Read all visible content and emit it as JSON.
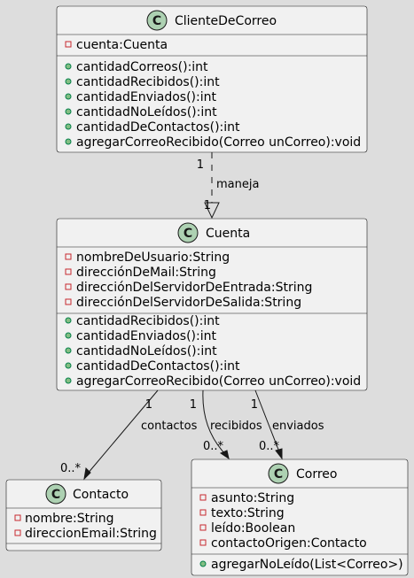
{
  "classes": {
    "cliente": {
      "name": "ClienteDeCorreo",
      "attributes": [
        "cuenta:Cuenta"
      ],
      "methods": [
        "cantidadCorreos():int",
        "cantidadRecibidos():int",
        "cantidadEnviados():int",
        "cantidadNoLeídos():int",
        "cantidadDeContactos():int",
        "agregarCorreoRecibido(Correo unCorreo):void"
      ]
    },
    "cuenta": {
      "name": "Cuenta",
      "attributes": [
        "nombreDeUsuario:String",
        "direcciónDeMail:String",
        "direcciónDelServidorDeEntrada:String",
        "direcciónDelServidorDeSalida:String"
      ],
      "methods": [
        "cantidadRecibidos():int",
        "cantidadEnviados():int",
        "cantidadNoLeídos():int",
        "cantidadDeContactos():int",
        "agregarCorreoRecibido(Correo unCorreo):void"
      ]
    },
    "contacto": {
      "name": "Contacto",
      "attributes": [
        "nombre:String",
        "direccionEmail:String"
      ],
      "methods": []
    },
    "correo": {
      "name": "Correo",
      "attributes": [
        "asunto:String",
        "texto:String",
        "leído:Boolean",
        "contactoOrigen:Contacto"
      ],
      "methods": [
        "agregarNoLeído(List<Correo>)"
      ]
    }
  },
  "stereotype_letter": "C",
  "relations": {
    "maneja": {
      "label": "maneja",
      "source_mult": "1",
      "target_mult": "1"
    },
    "contactos": {
      "label": "contactos",
      "source_mult": "1",
      "target_mult": "0..*"
    },
    "recibidos": {
      "label": "recibidos",
      "source_mult": "1",
      "target_mult": "0..*"
    },
    "enviados": {
      "label": "enviados",
      "source_mult": "1",
      "target_mult": "0..*"
    }
  }
}
